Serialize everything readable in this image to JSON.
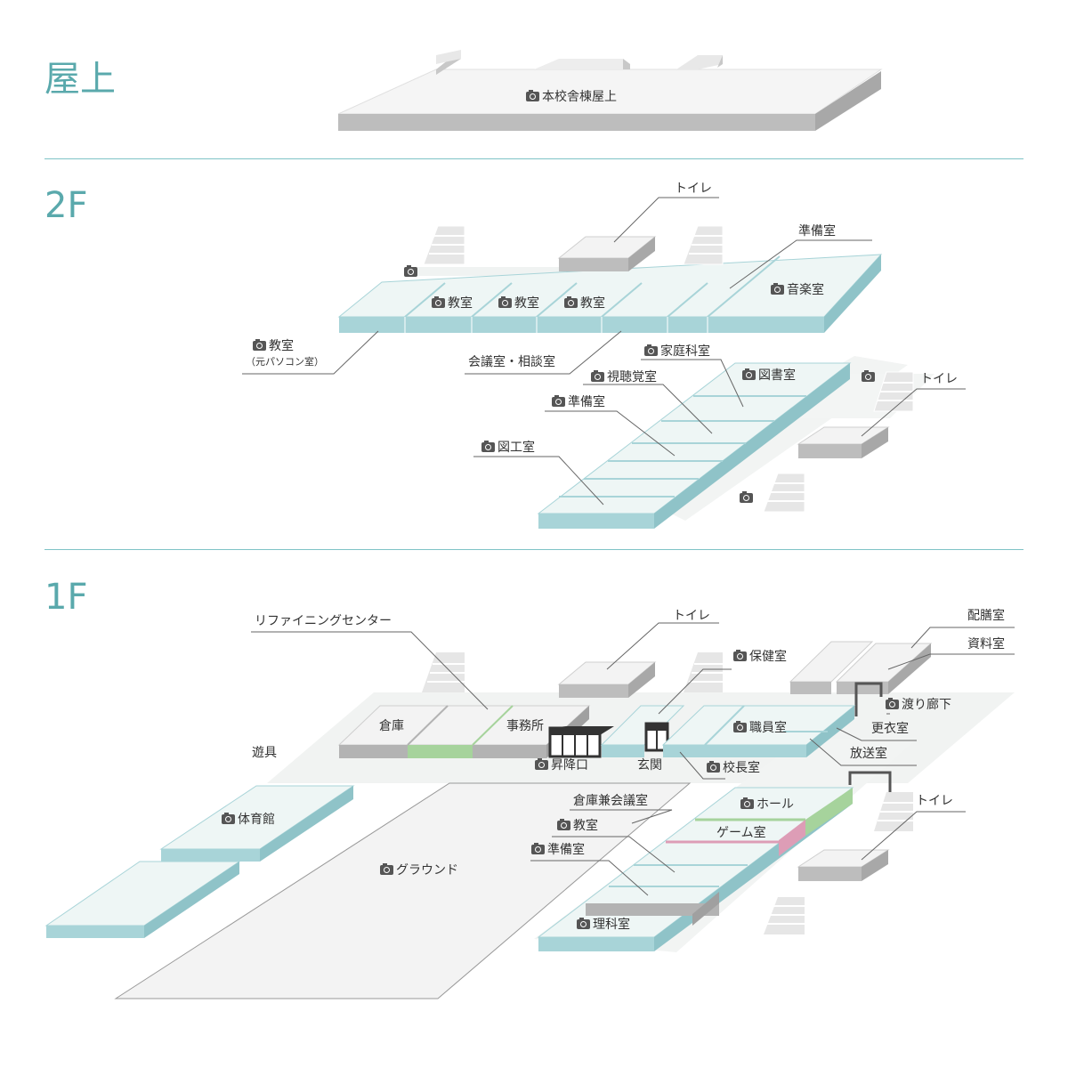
{
  "floors": {
    "roof": "屋上",
    "second": "2F",
    "first": "1F"
  },
  "roof": {
    "main": "本校舎棟屋上"
  },
  "f2": {
    "toilet_top": "トイレ",
    "prep_top": "準備室",
    "music": "音楽室",
    "class1": "教室",
    "class2": "教室",
    "class3": "教室",
    "class_pc": "教室",
    "class_pc_sub": "（元パソコン室）",
    "meeting": "会議室・相談室",
    "home_ec": "家庭科室",
    "library": "図書室",
    "av": "視聴覚室",
    "prep": "準備室",
    "art": "図工室",
    "toilet_right": "トイレ"
  },
  "f1": {
    "refining": "リファイニングセンター",
    "toilet_top": "トイレ",
    "haizen": "配膳室",
    "shiryo": "資料室",
    "hoken": "保健室",
    "watari": "渡り廊下",
    "souko": "倉庫",
    "jimusho": "事務所",
    "shokuin": "職員室",
    "koui": "更衣室",
    "yugu": "遊具",
    "shokou": "昇降口",
    "genkan": "玄関",
    "kochou": "校長室",
    "housou": "放送室",
    "taiikukan": "体育館",
    "souko_kaigi": "倉庫兼会議室",
    "hall": "ホール",
    "toilet_right": "トイレ",
    "kyoushitsu": "教室",
    "game": "ゲーム室",
    "junbi": "準備室",
    "ground": "グラウンド",
    "rika": "理科室"
  },
  "colors": {
    "accent": "#5aa9ac",
    "room_side": "#a8d4d8",
    "gray_side": "#b3b3b3",
    "green": "#a6d39c",
    "pink": "#dd9db6"
  }
}
